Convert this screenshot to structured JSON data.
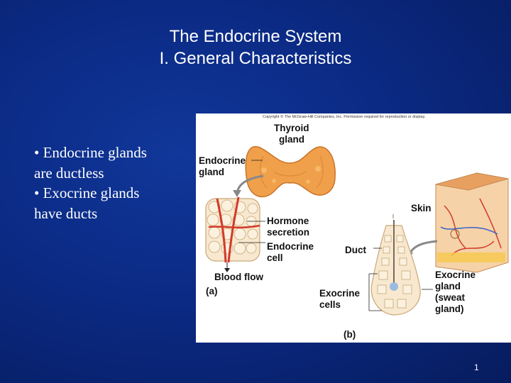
{
  "slide": {
    "title_line1": "The Endocrine System",
    "title_line2": "I. General Characteristics",
    "bullets": [
      "• Endocrine glands",
      "are ductless",
      "• Exocrine glands",
      "have ducts"
    ],
    "page_number": "1",
    "background_color": "#0b2a84"
  },
  "figure": {
    "copyright": "Copyright © The McGraw-Hill Companies, Inc. Permission required for reproduction or display.",
    "labels": {
      "thyroid_line1": "Thyroid",
      "thyroid_line2": "gland",
      "endocrine_gland_line1": "Endocrine",
      "endocrine_gland_line2": "gland",
      "hormone_line1": "Hormone",
      "hormone_line2": "secretion",
      "endocrine_cell_line1": "Endocrine",
      "endocrine_cell_line2": "cell",
      "blood_flow": "Blood flow",
      "panel_a": "(a)",
      "skin": "Skin",
      "duct": "Duct",
      "exocrine_cells_line1": "Exocrine",
      "exocrine_cells_line2": "cells",
      "exocrine_gland_line1": "Exocrine",
      "exocrine_gland_line2": "gland",
      "exocrine_gland_line3": "(sweat",
      "exocrine_gland_line4": "gland)",
      "panel_b": "(b)"
    }
  }
}
